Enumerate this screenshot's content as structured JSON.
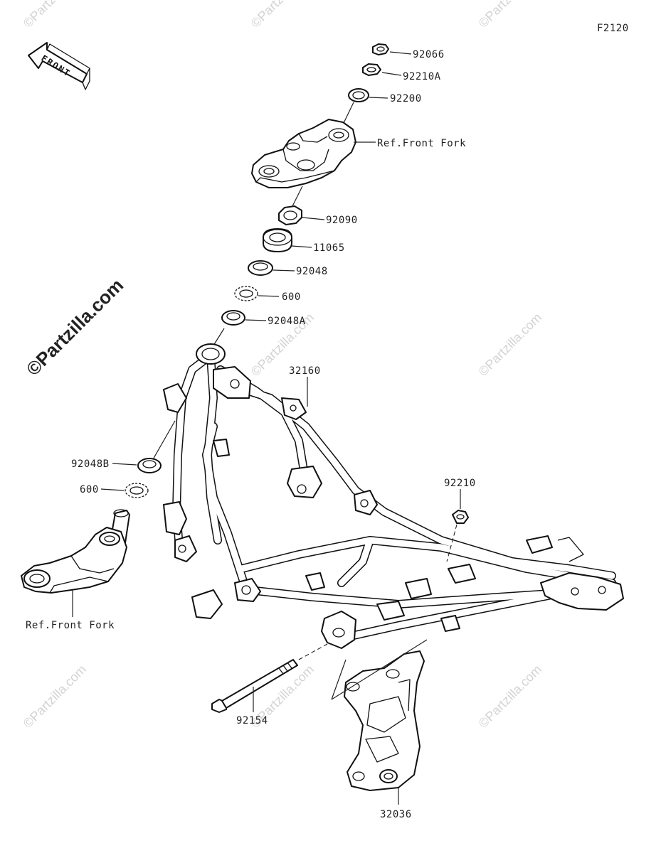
{
  "figure_code": "F2120",
  "front_arrow": {
    "text": "FRONT"
  },
  "watermark": {
    "text": "©Partzilla.com"
  },
  "callouts": {
    "p92066": "92066",
    "p92210A": "92210A",
    "p92200": "92200",
    "ref_front_fork_upper": "Ref.Front Fork",
    "p92090": "92090",
    "p11065": "11065",
    "p92048": "92048",
    "p600_upper": "600",
    "p92048A": "92048A",
    "p32160": "32160",
    "p92048B": "92048B",
    "p600_lower": "600",
    "p92210": "92210",
    "ref_front_fork_lower": "Ref.Front Fork",
    "p92154": "92154",
    "p32036": "32036"
  }
}
